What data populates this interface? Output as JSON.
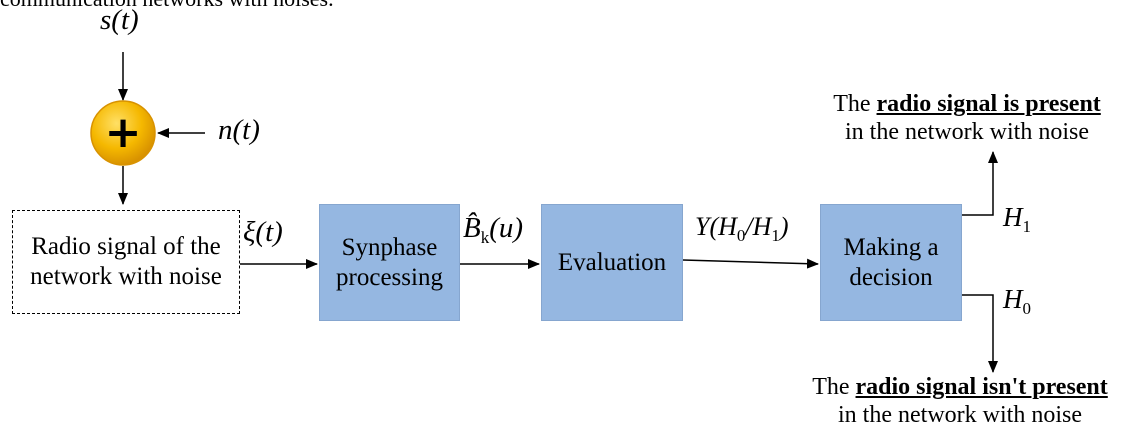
{
  "top_text": "communication networks with noises.",
  "inputs": {
    "signal": "s(t)",
    "noise": "n(t)",
    "adder_symbol": "+"
  },
  "source_box": "Radio signal of the network with noise",
  "signals": {
    "xi": "ξ(t)",
    "b_hat": "B̂k(u)",
    "y": "Y(H0/H1)",
    "h1": "H1",
    "h0": "H0"
  },
  "blocks": {
    "synphase": "Synphase processing",
    "evaluation": "Evaluation",
    "decision": "Making a decision"
  },
  "outcomes": {
    "present_prefix": "The ",
    "present_bold": "radio signal is present",
    "present_line2": "in the network with noise",
    "absent_prefix": "The ",
    "absent_bold": "radio signal isn't present",
    "absent_line2": "in the network with noise"
  },
  "colors": {
    "block_fill": "#95b7e1",
    "adder_fill": "#f2b400",
    "adder_edge": "#d89200"
  }
}
